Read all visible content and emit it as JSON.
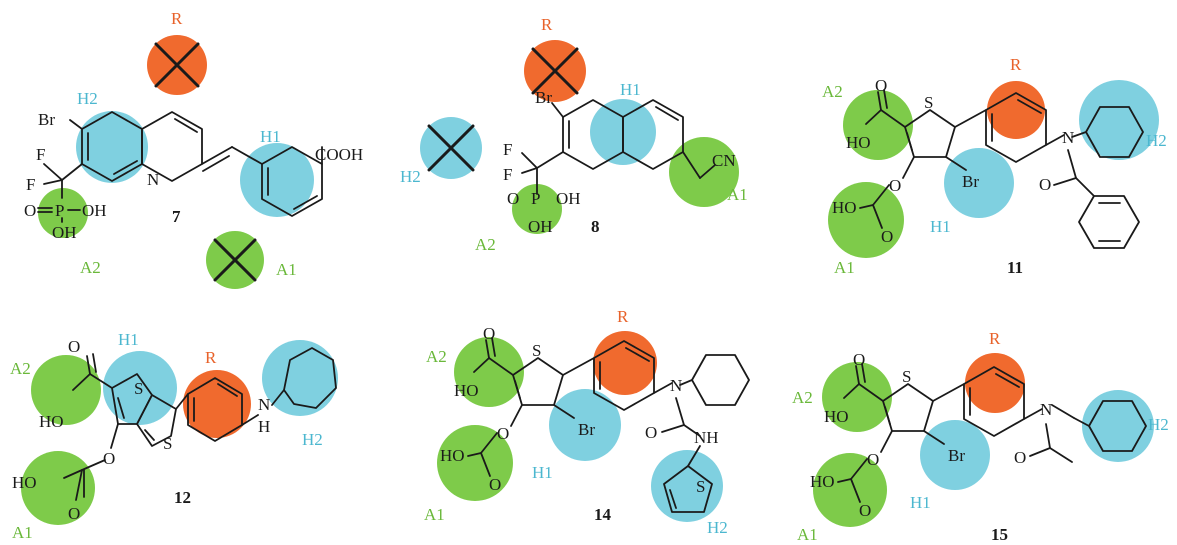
{
  "colors": {
    "R": "#f06a2e",
    "R_text": "#e8622a",
    "H": "#7fd0e0",
    "H_text": "#4bb7cf",
    "A": "#7ecb4a",
    "A_text": "#6ab83a",
    "ink": "#1a1a1a"
  },
  "pharmacophore_labels": {
    "R": "R",
    "H1": "H1",
    "H2": "H2",
    "A1": "A1",
    "A2": "A2"
  },
  "atoms": {
    "Br": "Br",
    "F": "F",
    "O": "O",
    "P": "P",
    "OH": "OH",
    "HO": "HO",
    "N": "N",
    "S": "S",
    "COOH": "COOH",
    "CN": "CN",
    "NH": "NH",
    "H": "H"
  },
  "compounds": [
    {
      "id": "7",
      "label": "7"
    },
    {
      "id": "8",
      "label": "8"
    },
    {
      "id": "11",
      "label": "11"
    },
    {
      "id": "12",
      "label": "12"
    },
    {
      "id": "14",
      "label": "14"
    },
    {
      "id": "15",
      "label": "15"
    }
  ]
}
